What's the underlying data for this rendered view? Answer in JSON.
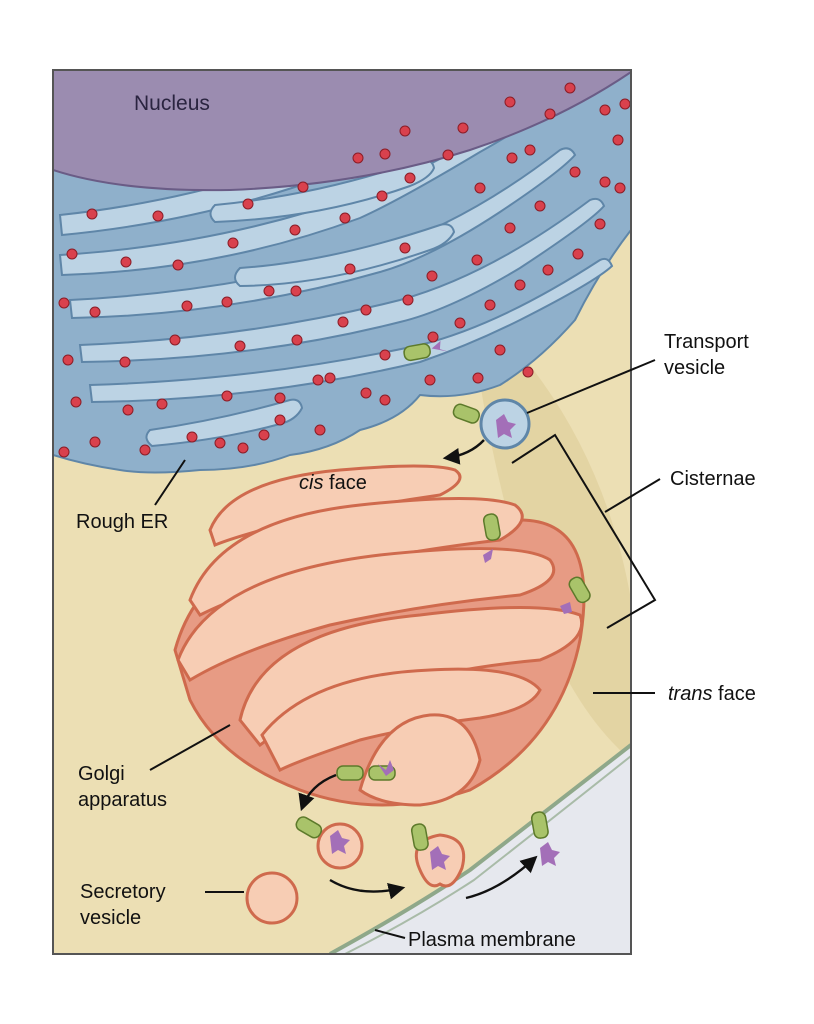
{
  "labels": {
    "nucleus": "Nucleus",
    "rough_er": "Rough ER",
    "transport_vesicle_1": "Transport",
    "transport_vesicle_2": "vesicle",
    "cisternae": "Cisternae",
    "cis_face_em": "cis",
    "cis_face_rest": " face",
    "trans_face_em": "trans",
    "trans_face_rest": " face",
    "golgi_1": "Golgi",
    "golgi_2": "apparatus",
    "secretory_1": "Secretory",
    "secretory_2": "vesicle",
    "plasma_membrane": "Plasma membrane"
  },
  "colors": {
    "cytoplasm": "#ecdfb4",
    "nucleus": "#9b8cb0",
    "er": "#8fb0cb",
    "er_light": "#bcd3e4",
    "ribosome": "#d9414d",
    "golgi": "#e79b84",
    "golgi_light": "#f7cdb4",
    "protein_green": "#a9c36a",
    "protein_purple": "#a36fb8",
    "extracellular": "#e6e8ee"
  }
}
